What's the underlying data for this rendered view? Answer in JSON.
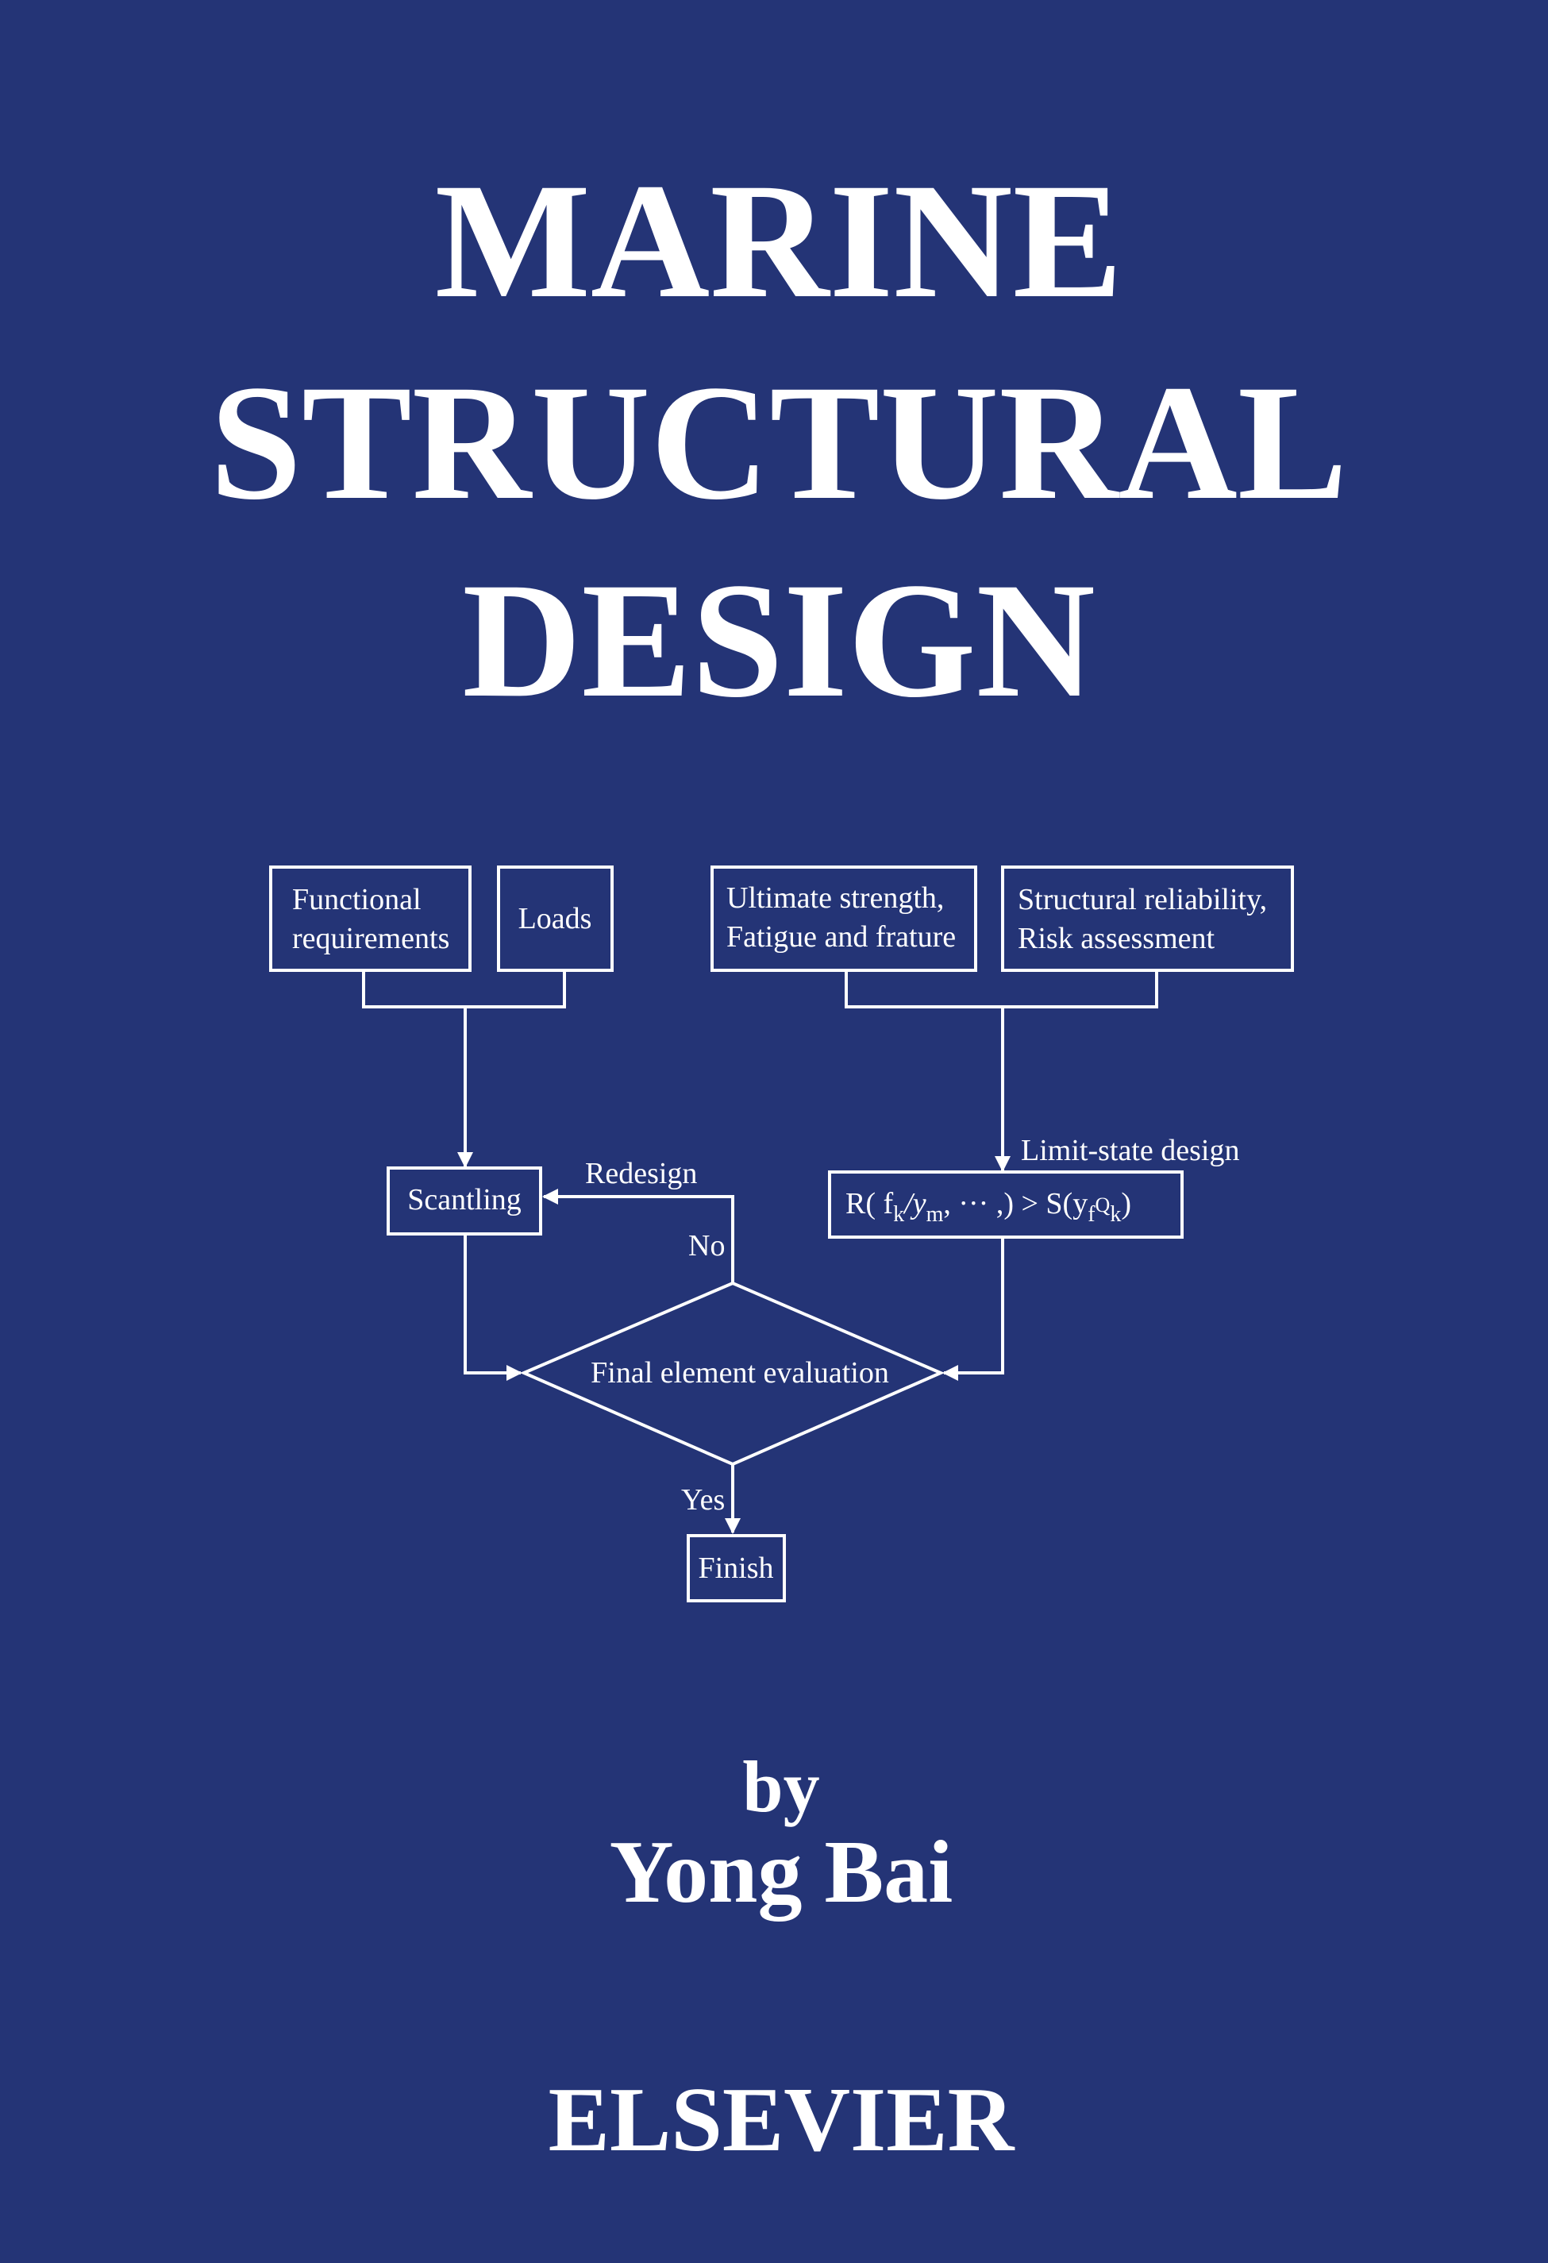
{
  "cover": {
    "title_lines": [
      "MARINE",
      "STRUCTURAL",
      "DESIGN"
    ],
    "by": "by",
    "author": "Yong Bai",
    "publisher": "ELSEVIER",
    "background_color": "#243476"
  },
  "flowchart": {
    "functional_line1": "Functional",
    "functional_line2": "requirements",
    "loads": "Loads",
    "ultimate_line1": "Ultimate strength,",
    "ultimate_line2": "Fatigue and frature",
    "reliability_line1": "Structural reliability,",
    "reliability_line2": "Risk assessment",
    "limit_state": "Limit-state design",
    "formula": {
      "r_open": "R( f",
      "sub_k1": "k",
      "slash_gamma": "/y",
      "sub_m": "m",
      "mid": ", ··· ,) > S(y",
      "sub_f": "f",
      "q": "Q",
      "sub_k2": "k",
      "close": ")"
    },
    "scantling": "Scantling",
    "redesign": "Redesign",
    "no": "No",
    "evaluation": "Final element evaluation",
    "yes": "Yes",
    "finish": "Finish"
  }
}
